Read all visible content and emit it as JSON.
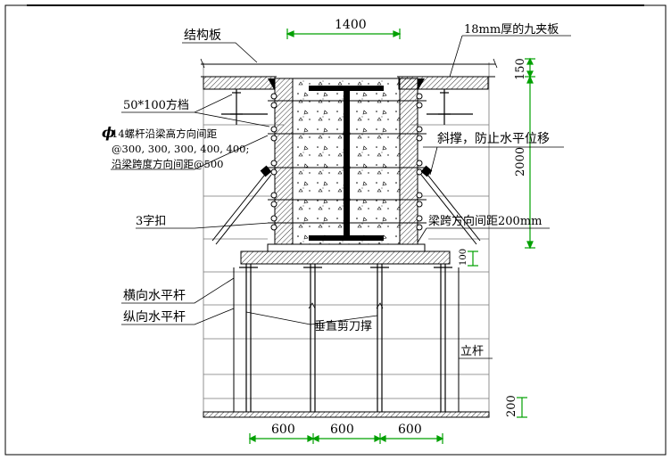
{
  "dimensions": {
    "top_width": "1400",
    "slab_thickness": "150",
    "beam_height": "2000",
    "soffit_thickness": "100",
    "base_thickness": "200",
    "bottom_spacings": [
      "600",
      "600",
      "600"
    ]
  },
  "labels": {
    "structural_slab": "结构板",
    "plywood": "18mm厚的九夹板",
    "batten": "50*100方档",
    "bolt_symbol": "ϕ",
    "bolt_line1": "14螺杆沿梁高方向间距",
    "bolt_line2": "@300, 300, 300, 400, 400;",
    "bolt_line3": "沿梁跨度方向间距@500",
    "diagonal_brace": "斜撑，防止水平位移",
    "clamp": "3字扣",
    "span_spacing": "梁跨方向间距200mm",
    "transverse_bar": "横向水平杆",
    "longitudinal_bar": "纵向水平杆",
    "scissor_brace": "垂直剪刀撑",
    "post": "立杆"
  },
  "colors": {
    "line": "#000000",
    "dimension": "#00a000",
    "steel": "#000000"
  }
}
